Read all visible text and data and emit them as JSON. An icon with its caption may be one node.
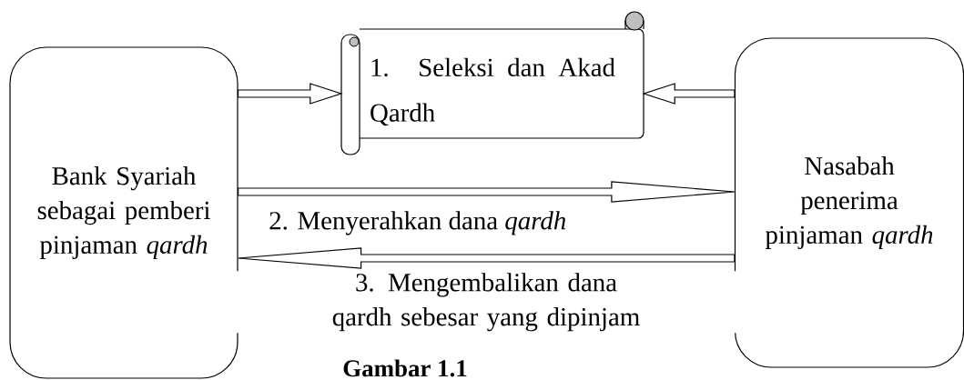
{
  "diagram": {
    "caption": "Gambar 1.1",
    "nodes": [
      {
        "text": [
          "Bank Syariah sebagai pemberi pinjaman *qardh*"
        ]
      },
      {
        "text": [
          "1. Seleksi dan Akad Qardh"
        ]
      },
      {
        "text": [
          "Nasabah penerima pinjaman *qardh*"
        ]
      }
    ],
    "edges": [
      {
        "from": 0,
        "to": 1,
        "arrow": "to"
      },
      {
        "from": 2,
        "to": 1,
        "arrow": "to"
      },
      {
        "from": 0,
        "to": 2,
        "arrow": "to",
        "label": "2. Menyerahkan dana *qardh*"
      },
      {
        "from": 2,
        "to": 0,
        "arrow": "to",
        "label": "3. Mengembalikan dana qardh sebesar yang dipinjam"
      }
    ]
  }
}
